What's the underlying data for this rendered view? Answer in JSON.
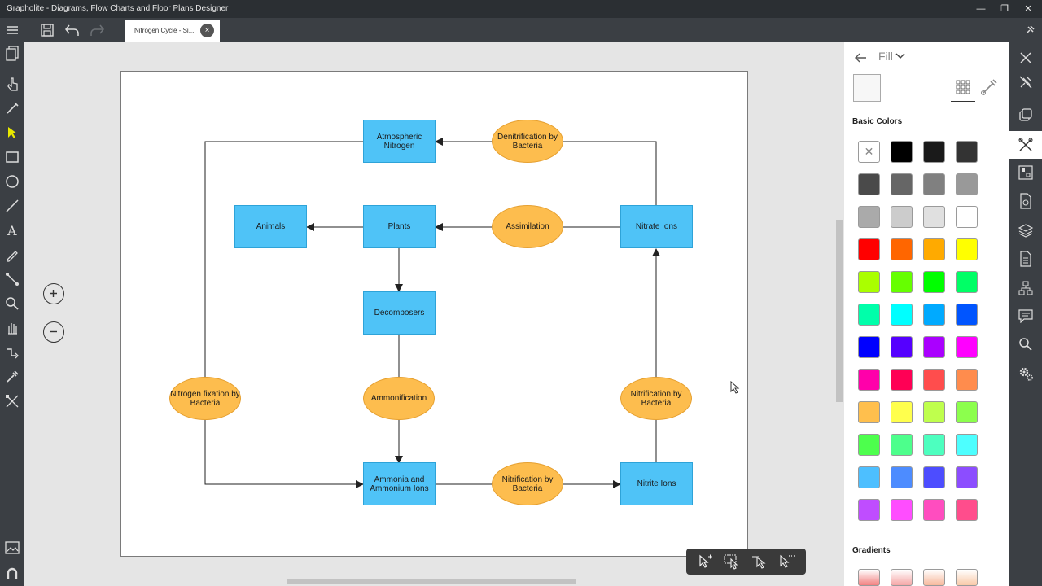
{
  "window": {
    "title": "Grapholite - Diagrams, Flow Charts and Floor Plans Designer",
    "minimize": "—",
    "maximize": "❐",
    "close": "✕"
  },
  "tab": {
    "label": "Nitrogen Cycle - Si...",
    "close": "×"
  },
  "diagram": {
    "nodes": [
      {
        "id": "atmospheric",
        "label": "Atmospheric Nitrogen",
        "shape": "rect"
      },
      {
        "id": "denitrification",
        "label": "Denitrification by Bacteria",
        "shape": "ellipse"
      },
      {
        "id": "animals",
        "label": "Animals",
        "shape": "rect"
      },
      {
        "id": "plants",
        "label": "Plants",
        "shape": "rect"
      },
      {
        "id": "assimilation",
        "label": "Assimilation",
        "shape": "ellipse"
      },
      {
        "id": "nitrate",
        "label": "Nitrate Ions",
        "shape": "rect"
      },
      {
        "id": "decomposers",
        "label": "Decomposers",
        "shape": "rect"
      },
      {
        "id": "fixation",
        "label": "Nitrogen fixation by Bacteria",
        "shape": "ellipse"
      },
      {
        "id": "ammonification",
        "label": "Ammonification",
        "shape": "ellipse"
      },
      {
        "id": "nitrification_top",
        "label": "Nitrification by Bacteria",
        "shape": "ellipse"
      },
      {
        "id": "ammonia",
        "label": "Ammonia and Ammonium Ions",
        "shape": "rect"
      },
      {
        "id": "nitrification_bottom",
        "label": "Nitrification by Bacteria",
        "shape": "ellipse"
      },
      {
        "id": "nitrite",
        "label": "Nitrite Ions",
        "shape": "rect"
      }
    ],
    "colors": {
      "rect": "#4fc3f7",
      "ellipse": "#fdbd4e",
      "connector": "#222222"
    }
  },
  "panel": {
    "title": "Fill",
    "basic_colors_title": "Basic Colors",
    "gradients_title": "Gradients",
    "basic_colors": [
      "none",
      "#000000",
      "#1a1a1a",
      "#333333",
      "#4a4a4a",
      "#666666",
      "#808080",
      "#999999",
      "#aaaaaa",
      "#cccccc",
      "#e0e0e0",
      "#ffffff",
      "#ff0000",
      "#ff6600",
      "#ffaa00",
      "#ffff00",
      "#aaff00",
      "#66ff00",
      "#00ff00",
      "#00ff66",
      "#00ffaa",
      "#00ffff",
      "#00aaff",
      "#0055ff",
      "#0000ff",
      "#5500ff",
      "#aa00ff",
      "#ff00ff",
      "#ff00aa",
      "#ff0055",
      "#ff4d4d",
      "#ff8c4d",
      "#ffbf4d",
      "#ffff4d",
      "#bfff4d",
      "#8cff4d",
      "#4dff4d",
      "#4dff8c",
      "#4dffbf",
      "#4dffff",
      "#4dbfff",
      "#4d8cff",
      "#4d4dff",
      "#8c4dff",
      "#bf4dff",
      "#ff4dff",
      "#ff4dbf",
      "#ff4d8c"
    ],
    "gradients": [
      "#f28080",
      "#f5a6a6",
      "#f7b89c",
      "#f9c9a8"
    ]
  }
}
